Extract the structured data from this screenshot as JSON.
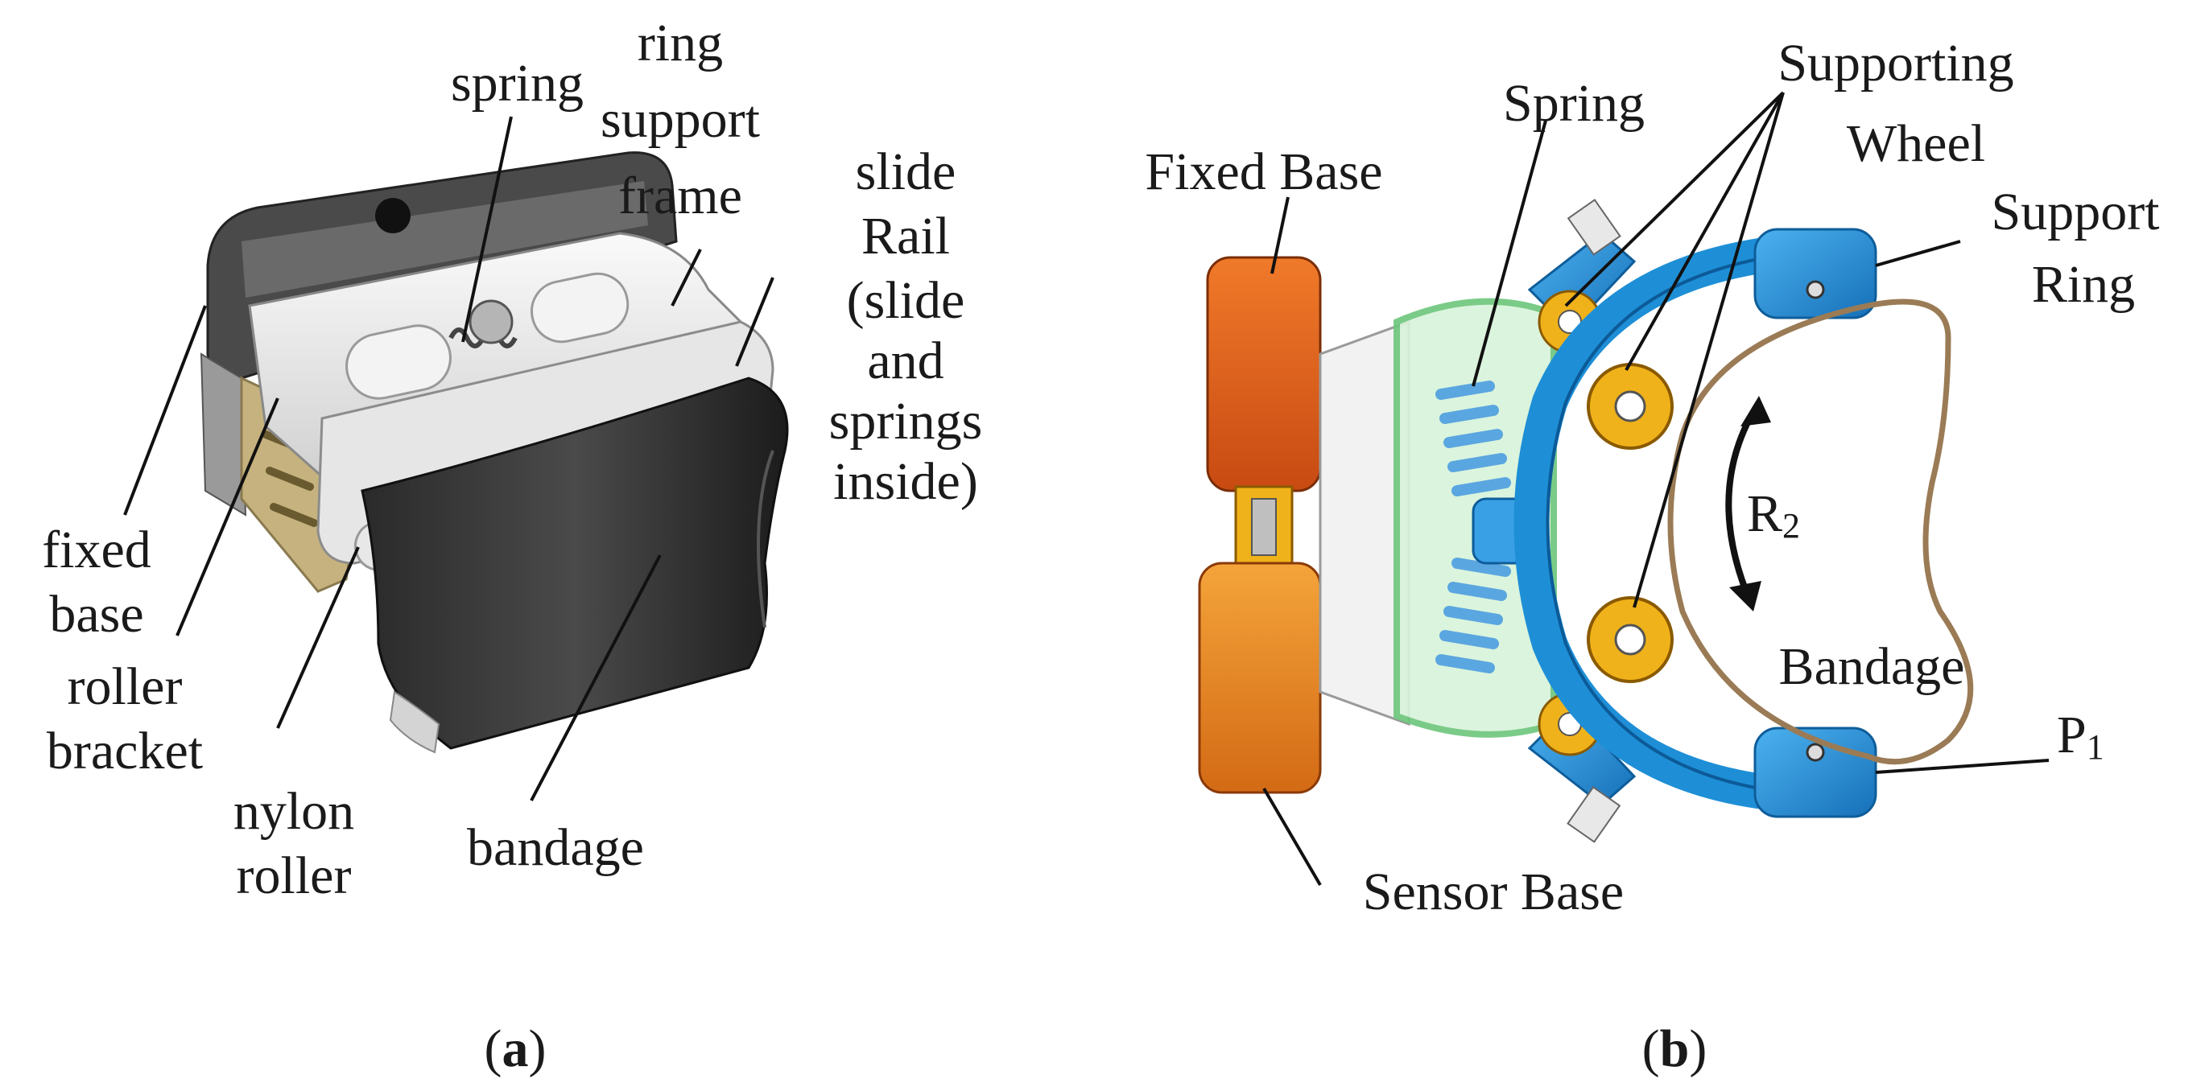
{
  "panel_a": {
    "caption_letter": "a",
    "labels": {
      "spring": "spring",
      "ring_support_frame": [
        "ring",
        "support",
        "frame"
      ],
      "slide_rail": [
        "slide",
        "Rail",
        "(slide",
        "and",
        "springs",
        "inside)"
      ],
      "fixed_base": [
        "fixed",
        "base"
      ],
      "roller_bracket": [
        "roller",
        "bracket"
      ],
      "nylon_roller": [
        "nylon",
        "roller"
      ],
      "bandage": "bandage"
    }
  },
  "panel_b": {
    "caption_letter": "b",
    "labels": {
      "fixed_base": "Fixed Base",
      "spring": "Spring",
      "supporting_wheel": [
        "Supporting",
        "Wheel"
      ],
      "support_ring": [
        "Support",
        "Ring"
      ],
      "r2_main": "R",
      "r2_sub": "2",
      "bandage": "Bandage",
      "p1_main": "P",
      "p1_sub": "1",
      "sensor_base": "Sensor Base"
    }
  },
  "colors": {
    "orange_dark": "#d9581a",
    "orange_light": "#f39a2a",
    "blue": "#1e8fd6",
    "blue_light": "#63b9ec",
    "yellow": "#f0b21a",
    "green_frame": "#9fe2a9",
    "dark_gray": "#3b3b3b",
    "light_gray": "#d9d9d9",
    "tan": "#c6b27e"
  }
}
